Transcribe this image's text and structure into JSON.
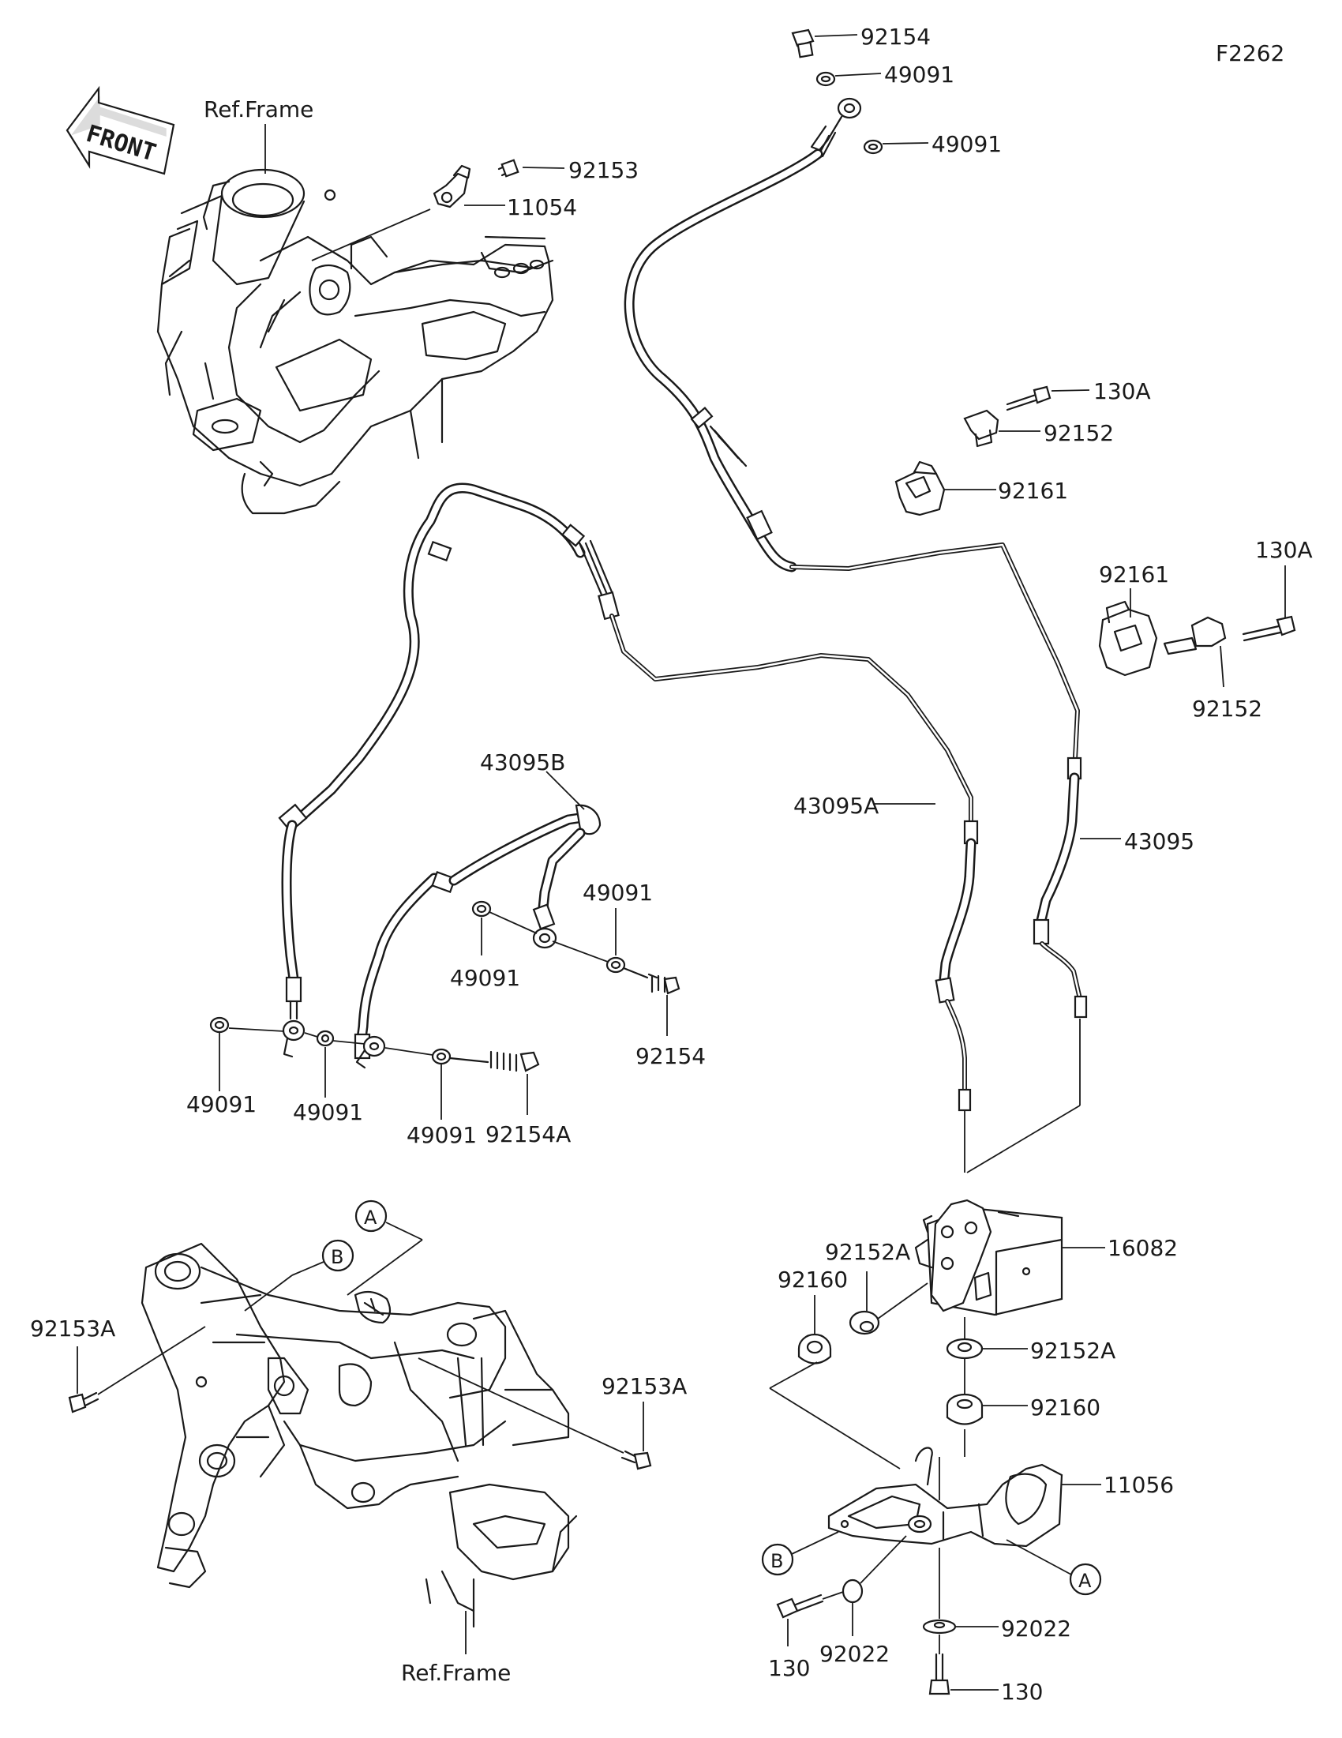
{
  "figure_id": "F2262",
  "front_label": "FRONT",
  "ref_frame_top": "Ref.Frame",
  "ref_frame_bottom": "Ref.Frame",
  "callouts": {
    "A": "A",
    "B": "B"
  },
  "labels": {
    "p92154_top": "92154",
    "p49091_top1": "49091",
    "p49091_top2": "49091",
    "p92153": "92153",
    "p11054": "11054",
    "p130A_1": "130A",
    "p92152_1": "92152",
    "p92161_1": "92161",
    "p92161_2": "92161",
    "p130A_2": "130A",
    "p92152_2": "92152",
    "p43095B": "43095B",
    "p43095A": "43095A",
    "p43095": "43095",
    "p49091_mid1": "49091",
    "p49091_mid2": "49091",
    "p92154_mid": "92154",
    "p49091_low1": "49091",
    "p49091_low2": "49091",
    "p49091_low3": "49091",
    "p92154A": "92154A",
    "p16082": "16082",
    "p92152A_1": "92152A",
    "p92160_1": "92160",
    "p92152A_2": "92152A",
    "p92160_2": "92160",
    "p11056": "11056",
    "p92153A_1": "92153A",
    "p92153A_2": "92153A",
    "p92022_1": "92022",
    "p92022_2": "92022",
    "p130_1": "130",
    "p130_2": "130"
  }
}
